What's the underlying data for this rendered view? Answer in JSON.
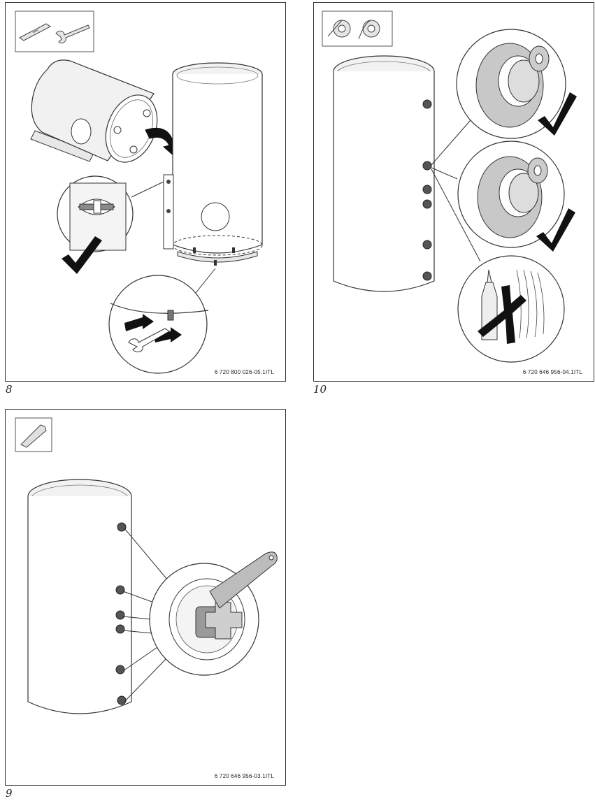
{
  "figures": [
    {
      "number": "8",
      "code": "6 720 800 026-05.1ITL"
    },
    {
      "number": "10",
      "code": "6 720 646 956-04.1ITL"
    },
    {
      "number": "9",
      "code": "6 720 646 956-03.1ITL"
    }
  ],
  "icons": {
    "fig8": [
      "spirit-level-icon",
      "wrench-icon",
      "check-mark-icon",
      "rotate-arrow-icon",
      "adjust-arrows-icon"
    ],
    "fig10": [
      "ptfe-tape-icon",
      "hemp-thread-icon",
      "check-mark-icon",
      "sealant-tube-icon",
      "cross-mark-icon"
    ],
    "fig9": [
      "utility-knife-icon"
    ]
  },
  "colors": {
    "line": "#333333",
    "shade": "#bdbdbd",
    "check": "#1a1a1a"
  }
}
